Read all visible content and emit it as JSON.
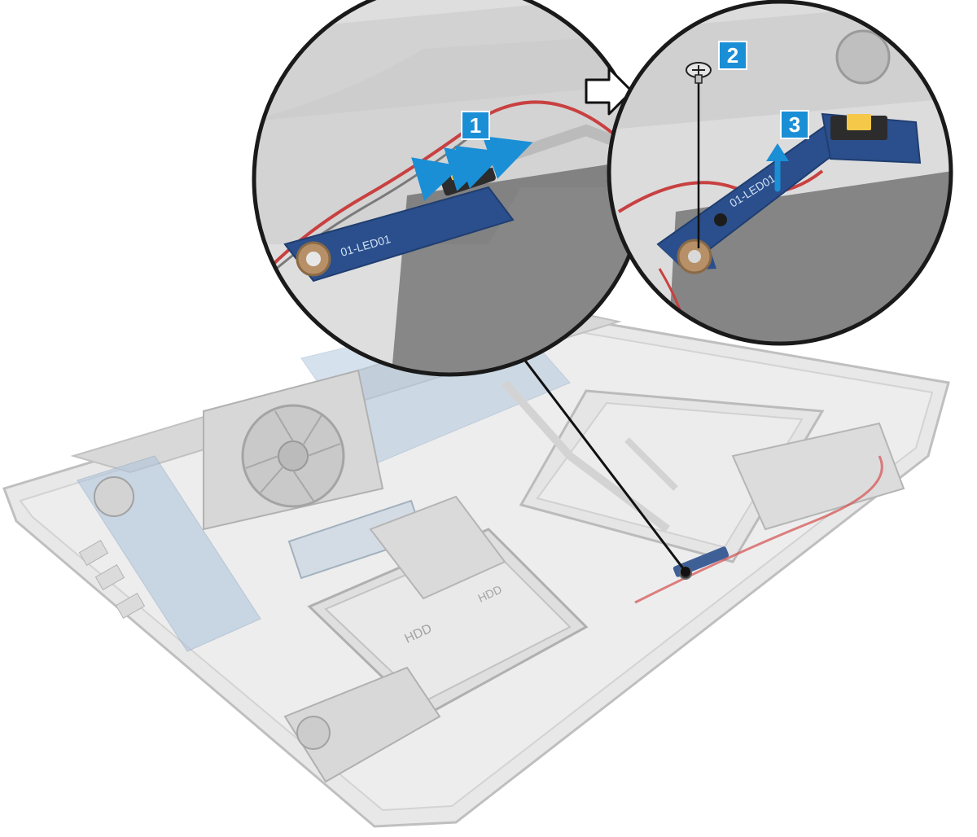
{
  "colors": {
    "callout_blue": "#1a8fd6",
    "board_blue": "#2b4f8c",
    "chassis": "#e2e2e2",
    "chassis_edge": "#bdbdbd",
    "cable_red": "#d23c3c",
    "connector_yellow": "#f5c84a"
  },
  "steps": [
    {
      "label": "1",
      "action": "disconnect-cable"
    },
    {
      "label": "2",
      "action": "remove-screw"
    },
    {
      "label": "3",
      "action": "lift-board"
    }
  ],
  "icons": {
    "sequence_arrow": "outline-right-arrow-icon",
    "push_arrow": "double-headed-arrow-icon",
    "lift_arrow": "up-arrow-icon",
    "screw": "screw-icon"
  },
  "board_silkscreen": {
    "left_zoom": "01-LED01",
    "right_zoom": "01-LED01"
  }
}
